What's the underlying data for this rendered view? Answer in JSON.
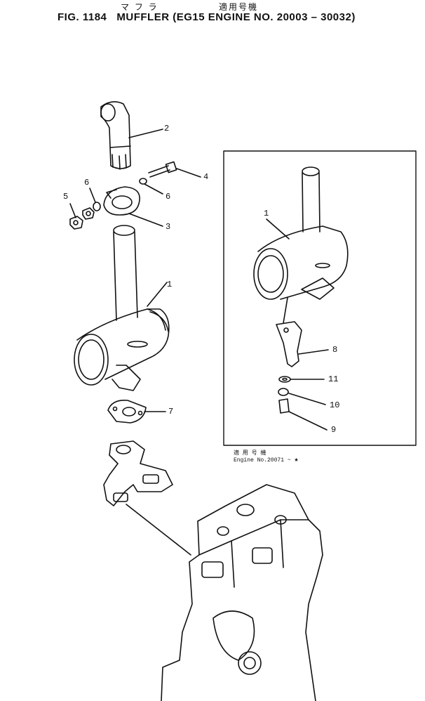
{
  "header": {
    "japanese_name": "マ フ ラ",
    "japanese_applicable": "適用号機",
    "fig_label": "FIG. 1184",
    "title": "MUFFLER (EG15 ENGINE NO. 20003 – 30032)"
  },
  "callouts": [
    "1",
    "2",
    "3",
    "4",
    "5",
    "6",
    "6",
    "7",
    "1",
    "8",
    "11",
    "10",
    "9"
  ],
  "inset_note": {
    "line1": "適 用 号 機",
    "line2": "Engine No.20071 ~",
    "star": "★"
  }
}
